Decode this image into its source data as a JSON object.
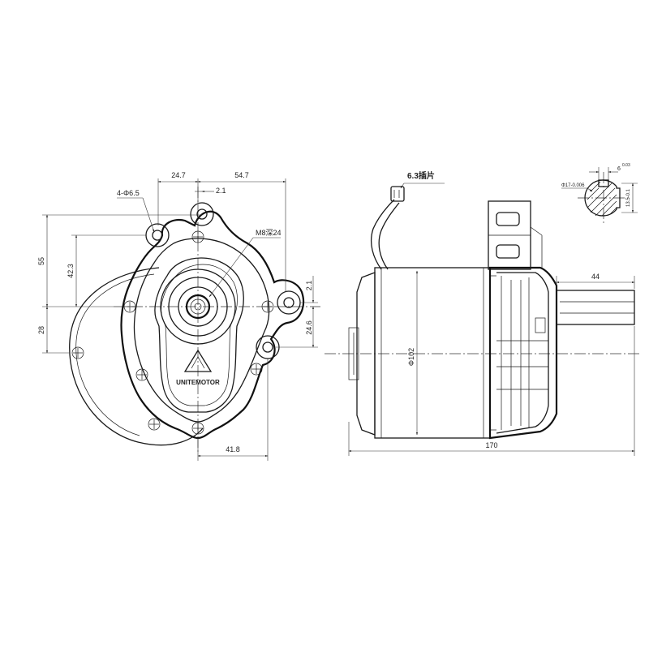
{
  "front_view": {
    "dims": {
      "d_24_7": "24.7",
      "d_54_7": "54.7",
      "d_2_1_top": "2.1",
      "d_holes": "4-Φ6.5",
      "d_thread": "M8深24",
      "d_55": "55",
      "d_42_3": "42.3",
      "d_28": "28",
      "d_2_1_right": "2.1",
      "d_24_6": "24.6",
      "d_41_8": "41.8"
    },
    "logo_text": "UNITEMOTOR"
  },
  "side_view": {
    "connector_label": "6.3插片",
    "dims": {
      "d_44": "44",
      "d_102": "Φ102",
      "d_170": "170"
    }
  },
  "shaft_section": {
    "d_shaft": "Φ17-0.006",
    "d_key": "6",
    "d_key_tol": "0.03",
    "d_flat": "13.5-0.1"
  }
}
